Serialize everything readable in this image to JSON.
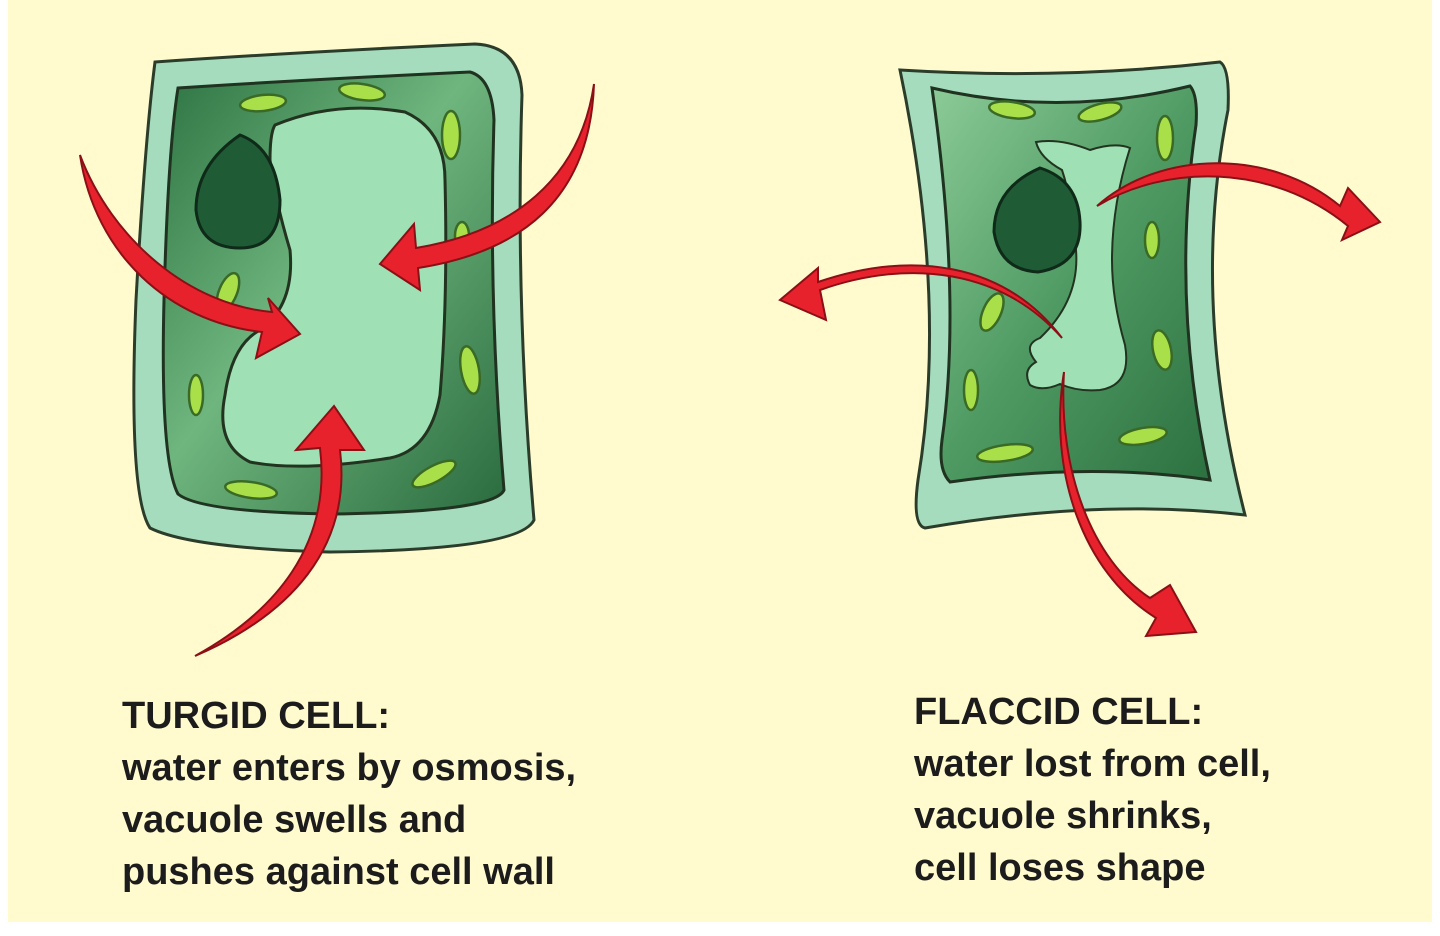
{
  "colors": {
    "background": "#fffbcf",
    "cell_wall": "#a6dcbe",
    "cytoplasm_dark": "#2f7a45",
    "cytoplasm_light": "#8ccb98",
    "vacuole": "#9fe0b4",
    "nucleus": "#1f5c36",
    "chloroplast": "#a9e04a",
    "arrow": "#e8222d",
    "outline": "#22331f"
  },
  "turgid": {
    "title": "TURGID CELL:",
    "lines": [
      "water enters by osmosis,",
      "vacuole swells and",
      "pushes against cell wall"
    ]
  },
  "flaccid": {
    "title": "FLACCID CELL:",
    "lines": [
      "water lost from cell,",
      "vacuole shrinks,",
      "cell loses shape"
    ]
  }
}
